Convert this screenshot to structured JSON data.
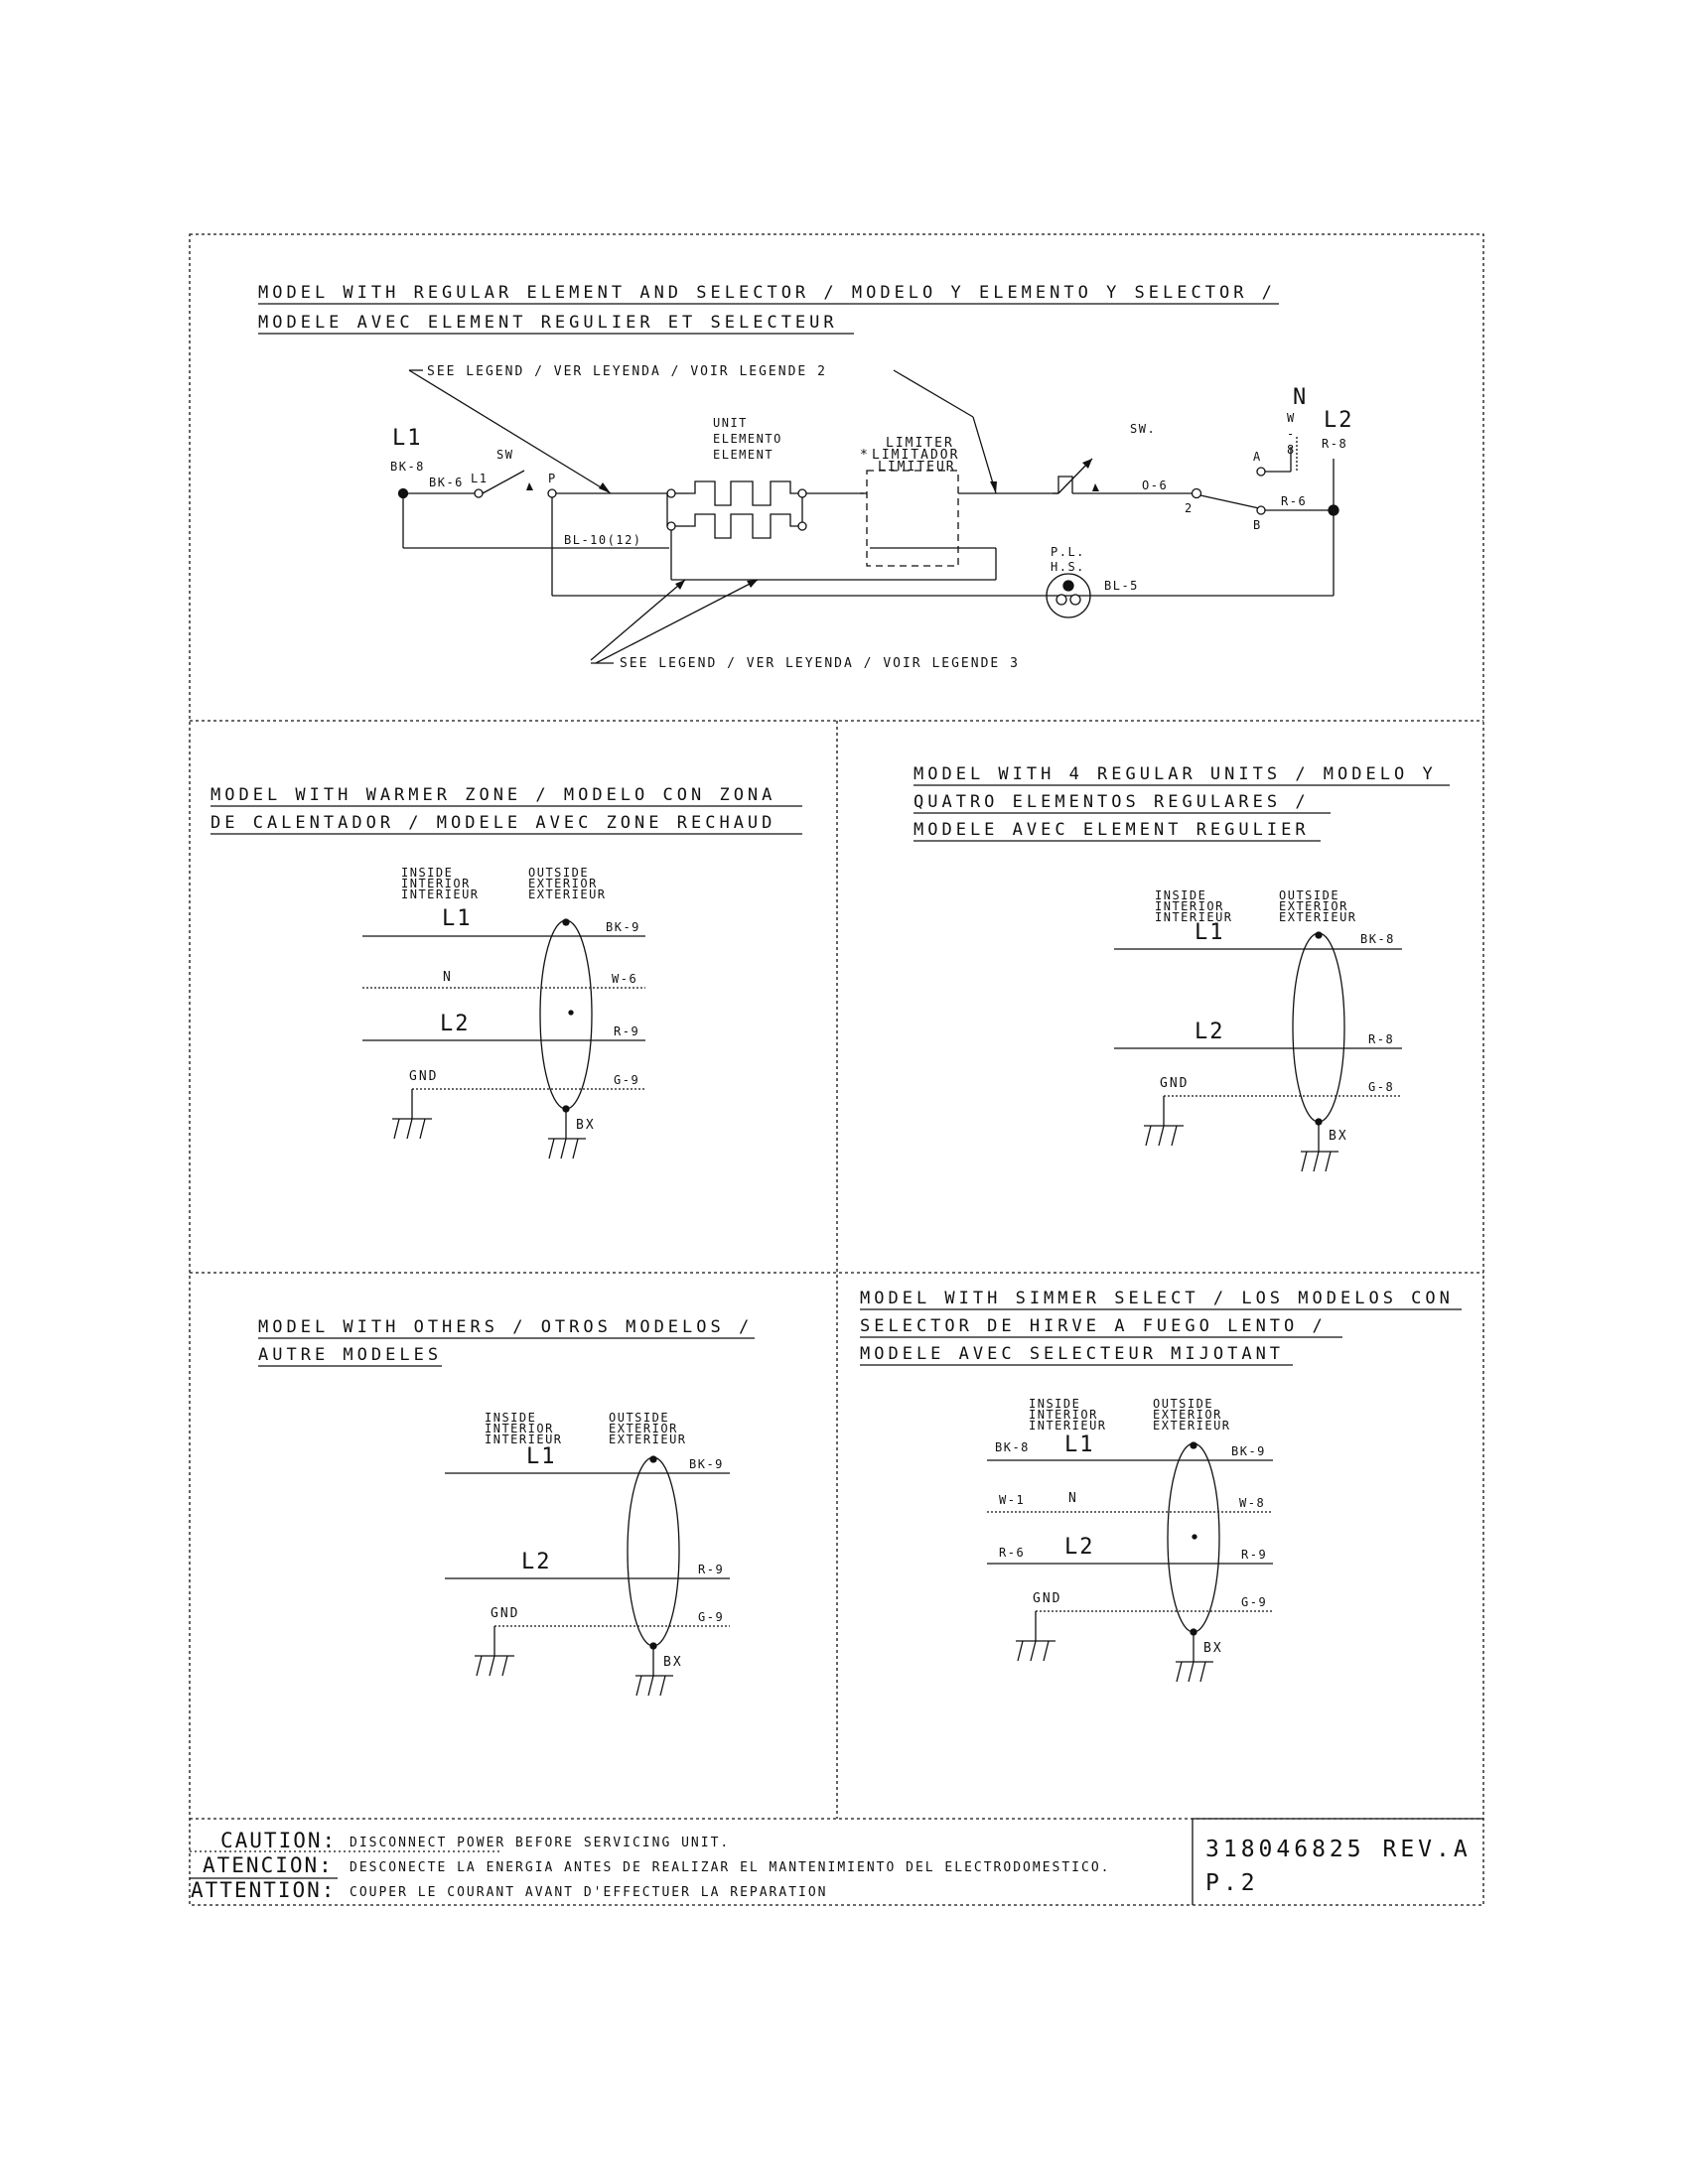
{
  "top": {
    "title_line1": "MODEL WITH REGULAR ELEMENT AND SELECTOR / MODELO Y ELEMENTO Y SELECTOR /",
    "title_line2": "MODELE AVEC ELEMENT REGULIER ET SELECTEUR",
    "legend2": "SEE LEGEND / VER LEYENDA / VOIR LEGENDE 2",
    "legend3": "SEE LEGEND / VER LEYENDA / VOIR LEGENDE 3",
    "l1": "L1",
    "bk8": "BK-8",
    "bk6": "BK-6",
    "sw_label": "SW",
    "sw_l1": "L1",
    "sw_p": "P",
    "unit_en": "UNIT",
    "unit_es": "ELEMENTO",
    "unit_fr": "ELEMENT",
    "bl10": "BL-10(12)",
    "limiter_en": "LIMITER",
    "limiter_es": "LIMITADOR",
    "limiter_fr": "LIMITEUR",
    "limiter_star": "*",
    "sw2": "SW.",
    "o6": "O-6",
    "term2": "2",
    "termA": "A",
    "termB": "B",
    "n": "N",
    "w8a": "W",
    "w8b": "-",
    "w8c": "8",
    "l2": "L2",
    "r8": "R-8",
    "r6": "R-6",
    "pl": "P.L.",
    "hs": "H.S.",
    "bl5": "BL-5"
  },
  "warmer": {
    "title_line1": "MODEL WITH WARMER ZONE   / MODELO CON ZONA",
    "title_line2": "DE CALENTADOR   / MODELE AVEC ZONE RECHAUD",
    "inside": [
      "INSIDE",
      "INTERIOR",
      "INTERIEUR"
    ],
    "outside": [
      "OUTSIDE",
      "EXTERIOR",
      "EXTERIEUR"
    ],
    "l1": "L1",
    "n": "N",
    "l2": "L2",
    "gnd": "GND",
    "bx": "BX",
    "bk9": "BK-9",
    "w6": "W-6",
    "r9": "R-9",
    "g9": "G-9"
  },
  "four": {
    "title_line1": "MODEL WITH 4 REGULAR UNITS / MODELO Y",
    "title_line2": "QUATRO ELEMENTOS REGULARES /",
    "title_line3": "MODELE AVEC ELEMENT REGULIER",
    "inside": [
      "INSIDE",
      "INTERIOR",
      "INTERIEUR"
    ],
    "outside": [
      "OUTSIDE",
      "EXTERIOR",
      "EXTERIEUR"
    ],
    "l1": "L1",
    "l2": "L2",
    "gnd": "GND",
    "bx": "BX",
    "bk8": "BK-8",
    "r8": "R-8",
    "g8": "G-8"
  },
  "others": {
    "title_line1": "MODEL WITH OTHERS / OTROS MODELOS /",
    "title_line2": "AUTRE MODELES",
    "inside": [
      "INSIDE",
      "INTERIOR",
      "INTERIEUR"
    ],
    "outside": [
      "OUTSIDE",
      "EXTERIOR",
      "EXTERIEUR"
    ],
    "l1": "L1",
    "l2": "L2",
    "gnd": "GND",
    "bx": "BX",
    "bk9": "BK-9",
    "r9": "R-9",
    "g9": "G-9"
  },
  "simmer": {
    "title_line1": "MODEL WITH SIMMER SELECT / LOS MODELOS CON",
    "title_line2": "SELECTOR DE HIRVE A FUEGO LENTO /",
    "title_line3": "MODELE AVEC SELECTEUR MIJOTANT",
    "inside": [
      "INSIDE",
      "INTERIOR",
      "INTERIEUR"
    ],
    "outside": [
      "OUTSIDE",
      "EXTERIOR",
      "EXTERIEUR"
    ],
    "l1": "L1",
    "n": "N",
    "l2": "L2",
    "gnd": "GND",
    "bx": "BX",
    "bk8": "BK-8",
    "w1": "W-1",
    "r6": "R-6",
    "bk9": "BK-9",
    "w8": "W-8",
    "r9": "R-9",
    "g9": "G-9"
  },
  "footer": {
    "caution_label": "CAUTION:",
    "caution_text": "DISCONNECT POWER BEFORE SERVICING UNIT.",
    "atencion_label": "ATENCION:",
    "atencion_text": "DESCONECTE LA ENERGIA ANTES DE REALIZAR EL MANTENIMIENTO DEL ELECTRODOMESTICO.",
    "attention_label": "ATTENTION:",
    "attention_text": "COUPER LE COURANT AVANT D'EFFECTUER LA REPARATION",
    "part_number": "318046825 REV.A",
    "page": "P.2"
  }
}
